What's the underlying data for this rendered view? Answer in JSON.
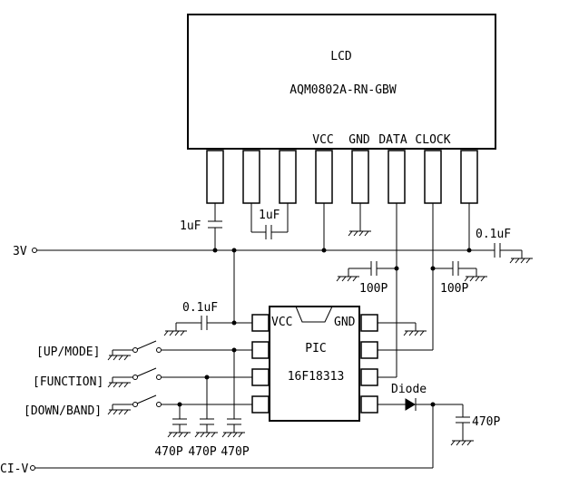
{
  "lcd": {
    "title": "LCD",
    "model": "AQM0802A-RN-GBW",
    "pins": {
      "vcc": "VCC",
      "gnd": "GND",
      "data": "DATA",
      "clock": "CLOCK"
    }
  },
  "pic": {
    "title": "PIC",
    "model": "16F18313",
    "pin_vcc": "VCC",
    "pin_gnd": "GND"
  },
  "labels": {
    "supply_3v": "3V",
    "ci_v": "CI-V",
    "diode": "Diode"
  },
  "capacitors": {
    "c_lcd_1": "1uF",
    "c_lcd_2": "1uF",
    "c_3v_right": "0.1uF",
    "c_data": "100P",
    "c_clock": "100P",
    "c_pic_vcc": "0.1uF",
    "c_up": "470P",
    "c_func": "470P",
    "c_down": "470P",
    "c_civ": "470P"
  },
  "switches": {
    "up_mode": "[UP/MODE]",
    "function": "[FUNCTION]",
    "down_band": "[DOWN/BAND]"
  }
}
